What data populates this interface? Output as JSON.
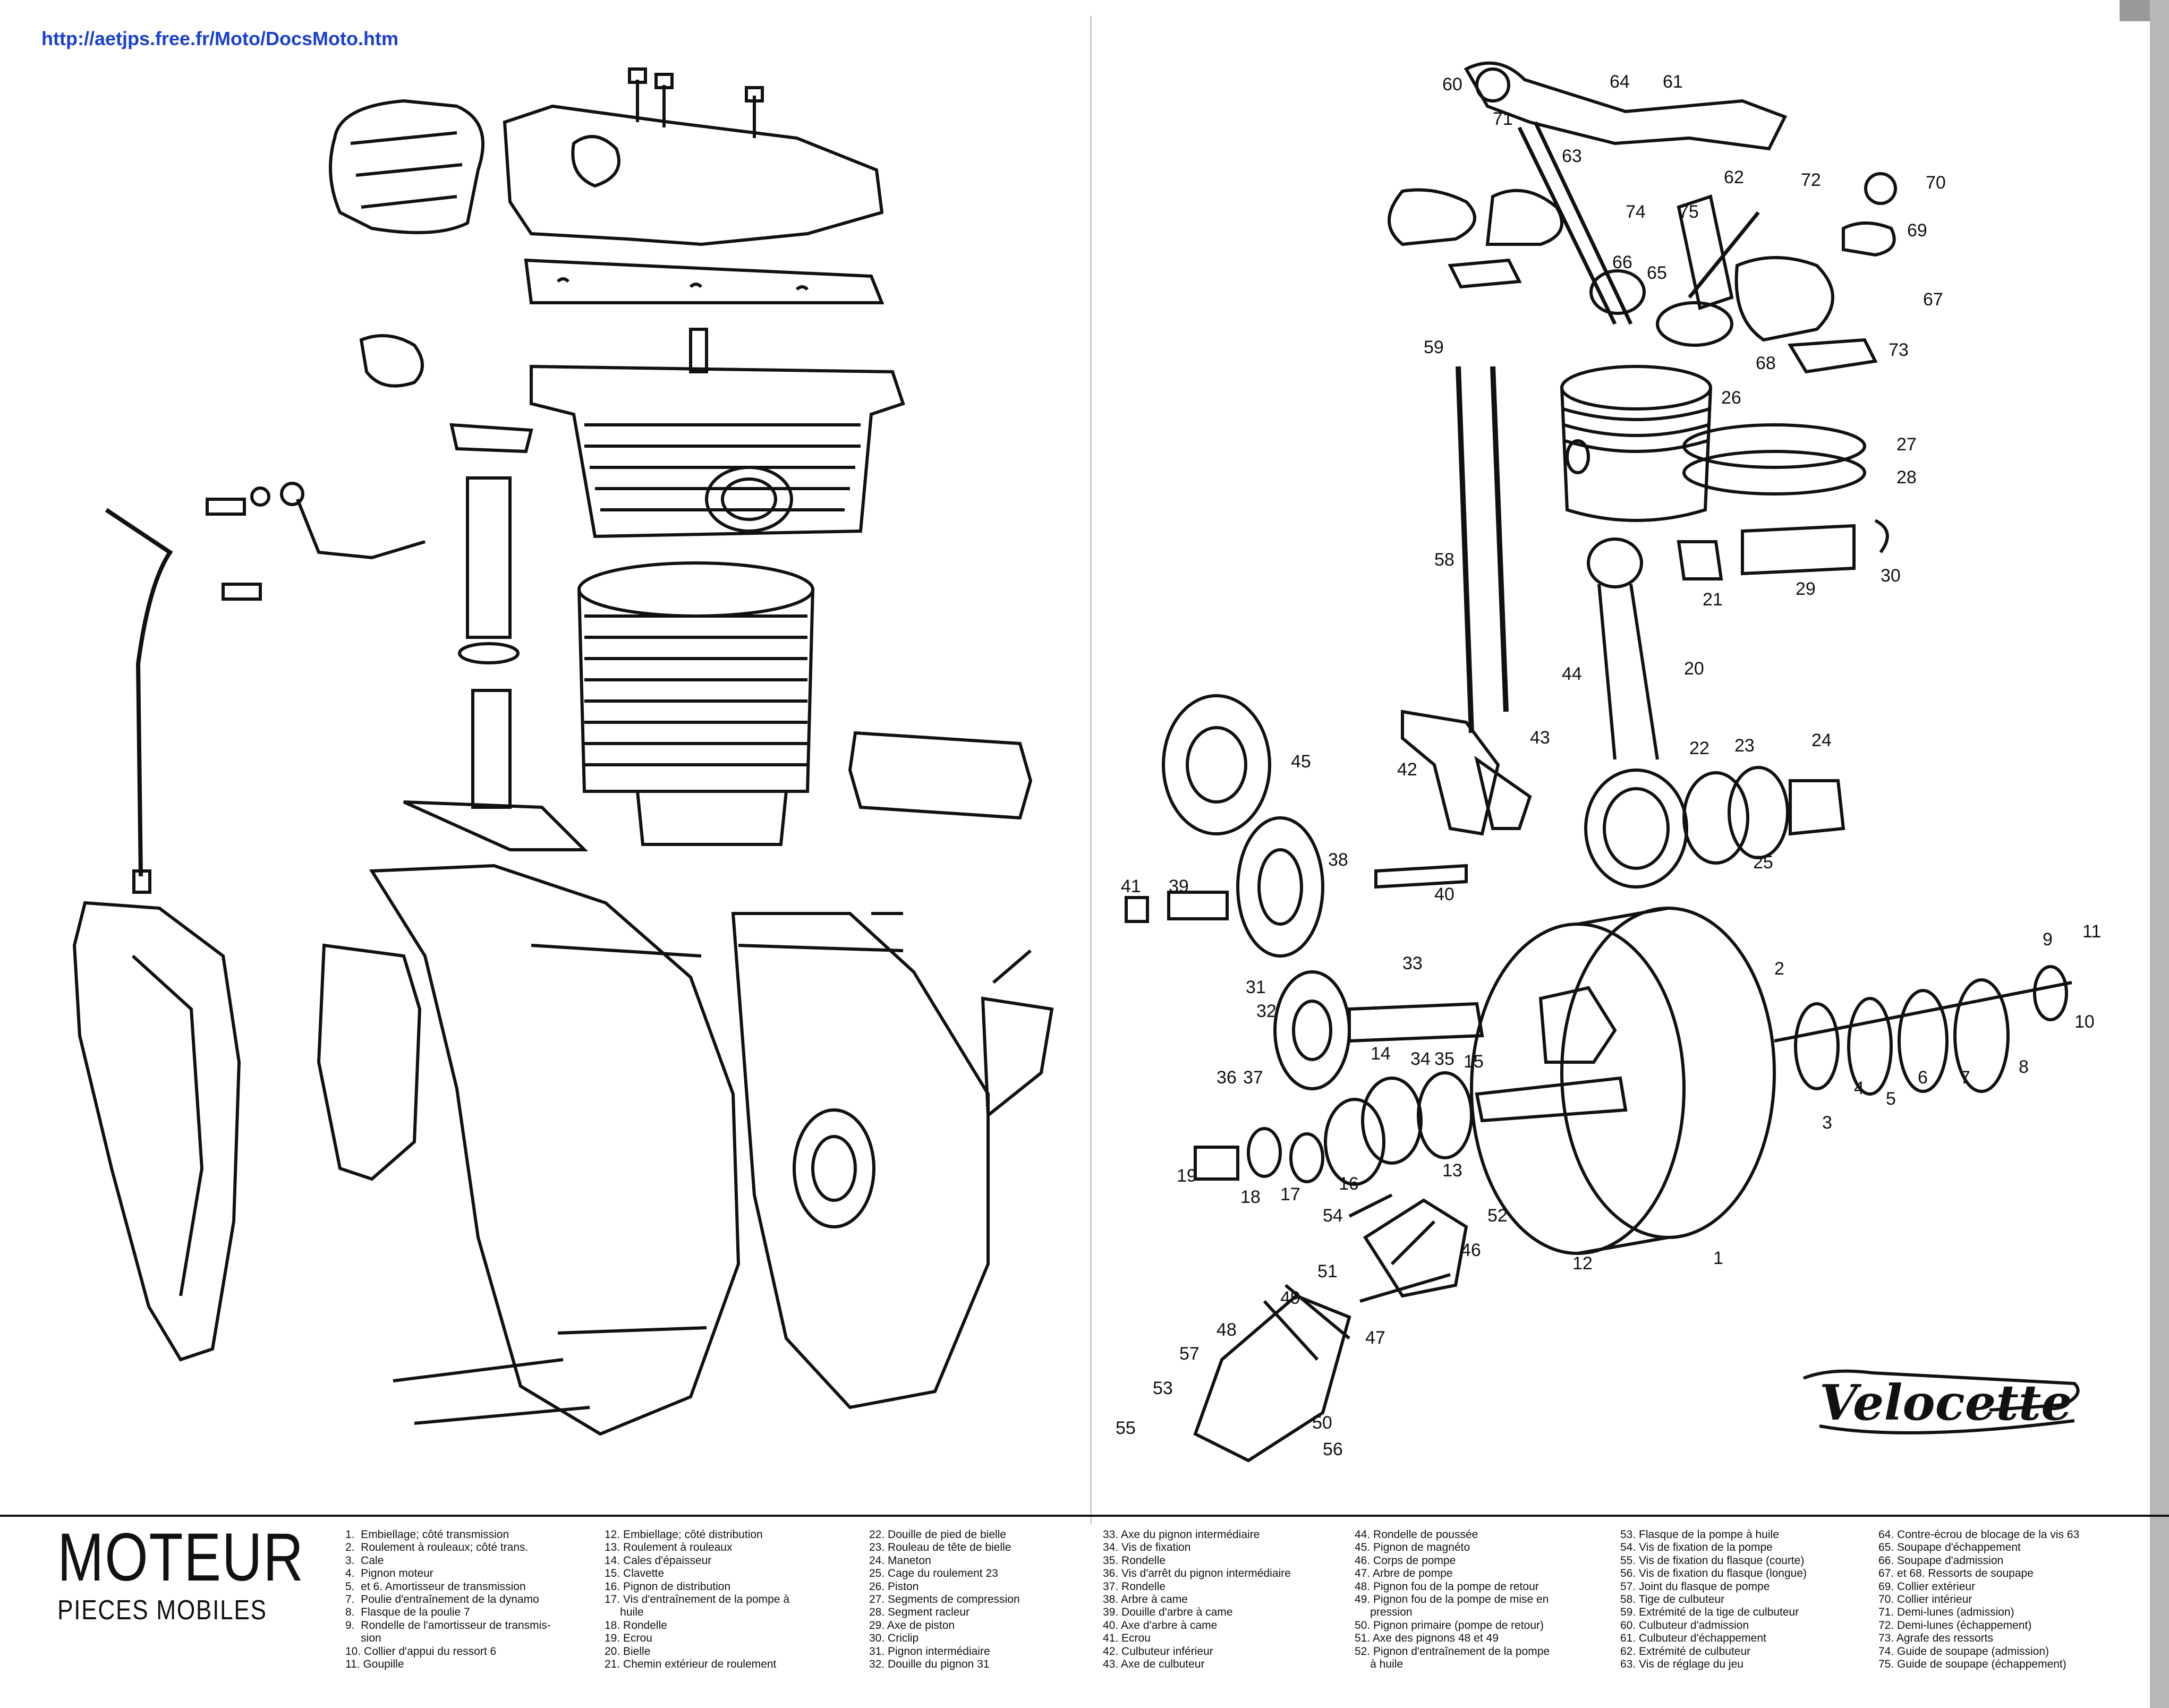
{
  "source_url": "http://aetjps.free.fr/Moto/DocsMoto.htm",
  "title": {
    "main": "MOTEUR",
    "sub": "PIECES MOBILES"
  },
  "brand": "Velocette",
  "legend": [
    [
      "1.  Embiellage; côté transmission",
      "2.  Roulement à rouleaux; côté trans.",
      "3.  Cale",
      "4.  Pignon moteur",
      "5.  et 6. Amortisseur de transmission",
      "7.  Poulie d'entraînement de la dynamo",
      "8.  Flasque de la poulie 7",
      "9.  Rondelle de l'amortisseur de transmis-",
      "     sion",
      "10. Collier d'appui du ressort 6",
      "11. Goupille"
    ],
    [
      "12. Embiellage; côté distribution",
      "13. Roulement à rouleaux",
      "14. Cales d'épaisseur",
      "15. Clavette",
      "16. Pignon de distribution",
      "17. Vis d'entraînement de la pompe à",
      "     huile",
      "18. Rondelle",
      "19. Ecrou",
      "20. Bielle",
      "21. Chemin extérieur de roulement"
    ],
    [
      "22. Douille de pied de bielle",
      "23. Rouleau de tête de bielle",
      "24. Maneton",
      "25. Cage du roulement 23",
      "26. Piston",
      "27. Segments de compression",
      "28. Segment racleur",
      "29. Axe de piston",
      "30. Criclip",
      "31. Pignon intermédiaire",
      "32. Douille du pignon 31"
    ],
    [
      "33. Axe du pignon intermédiaire",
      "34. Vis de fixation",
      "35. Rondelle",
      "36. Vis d'arrêt du pignon intermédiaire",
      "37. Rondelle",
      "38. Arbre à came",
      "39. Douille d'arbre à came",
      "40. Axe d'arbre à came",
      "41. Ecrou",
      "42. Culbuteur inférieur",
      "43. Axe de culbuteur"
    ],
    [
      "44. Rondelle de poussée",
      "45. Pignon de magnéto",
      "46. Corps de pompe",
      "47. Arbre de pompe",
      "48. Pignon fou de la pompe de retour",
      "49. Pignon fou de la pompe de mise en",
      "     pression",
      "50. Pignon primaire (pompe de retour)",
      "51. Axe des pignons 48 et 49",
      "52. Pignon d'entraînement de la pompe",
      "     à huile"
    ],
    [
      "53. Flasque de la pompe à huile",
      "54. Vis de fixation de la pompe",
      "55. Vis de fixation du flasque (courte)",
      "56. Vis de fixation du flasque (longue)",
      "57. Joint du flasque de pompe",
      "58. Tige de culbuteur",
      "59. Extrémité de la tige de culbuteur",
      "60. Culbuteur d'admission",
      "61. Culbuteur d'échappement",
      "62. Extrémité de culbuteur",
      "63. Vis de réglage du jeu"
    ],
    [
      "64. Contre-écrou de blocage de la vis 63",
      "65. Soupape d'échappement",
      "66. Soupape d'admission",
      "67. et 68. Ressorts de soupape",
      "69. Collier extérieur",
      "70. Collier intérieur",
      "71. Demi-lunes (admission)",
      "72. Demi-lunes (échappement)",
      "73. Agrafe des ressorts",
      "74. Guide de soupape (admission)",
      "75. Guide de soupape (échappement)"
    ]
  ],
  "callouts": [
    "1",
    "2",
    "3",
    "4",
    "5",
    "6",
    "7",
    "8",
    "9",
    "10",
    "11",
    "12",
    "13",
    "14",
    "15",
    "16",
    "17",
    "18",
    "19",
    "20",
    "21",
    "22",
    "23",
    "24",
    "25",
    "26",
    "27",
    "28",
    "29",
    "30",
    "31",
    "32",
    "33",
    "34",
    "35",
    "36",
    "37",
    "38",
    "39",
    "40",
    "41",
    "42",
    "43",
    "44",
    "45",
    "46",
    "47",
    "48",
    "49",
    "50",
    "51",
    "52",
    "53",
    "54",
    "55",
    "56",
    "57",
    "58",
    "59",
    "60",
    "61",
    "62",
    "63",
    "64",
    "65",
    "66",
    "67",
    "68",
    "69",
    "70",
    "71",
    "72",
    "73",
    "74",
    "75"
  ]
}
